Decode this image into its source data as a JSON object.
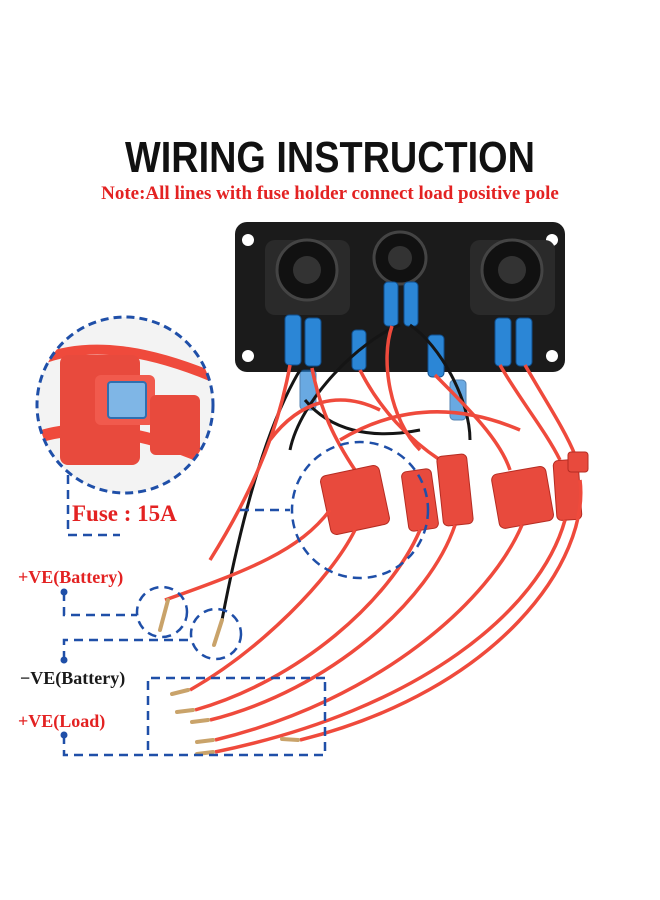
{
  "header": {
    "title": "WIRING INSTRUCTION",
    "note": "Note:All lines with fuse holder connect load positive pole"
  },
  "labels": {
    "fuse": "Fuse : 15A",
    "battery_positive": "+VE(Battery)",
    "battery_negative": "−VE(Battery)",
    "load_positive": "+VE(Load)"
  },
  "colors": {
    "title": "#111111",
    "note_text": "#e32222",
    "wire_red": "#ef4a3c",
    "wire_black": "#151515",
    "guide_line": "#1f4fa8",
    "panel": "#1b1b1b",
    "terminal": "#2b86d6"
  }
}
